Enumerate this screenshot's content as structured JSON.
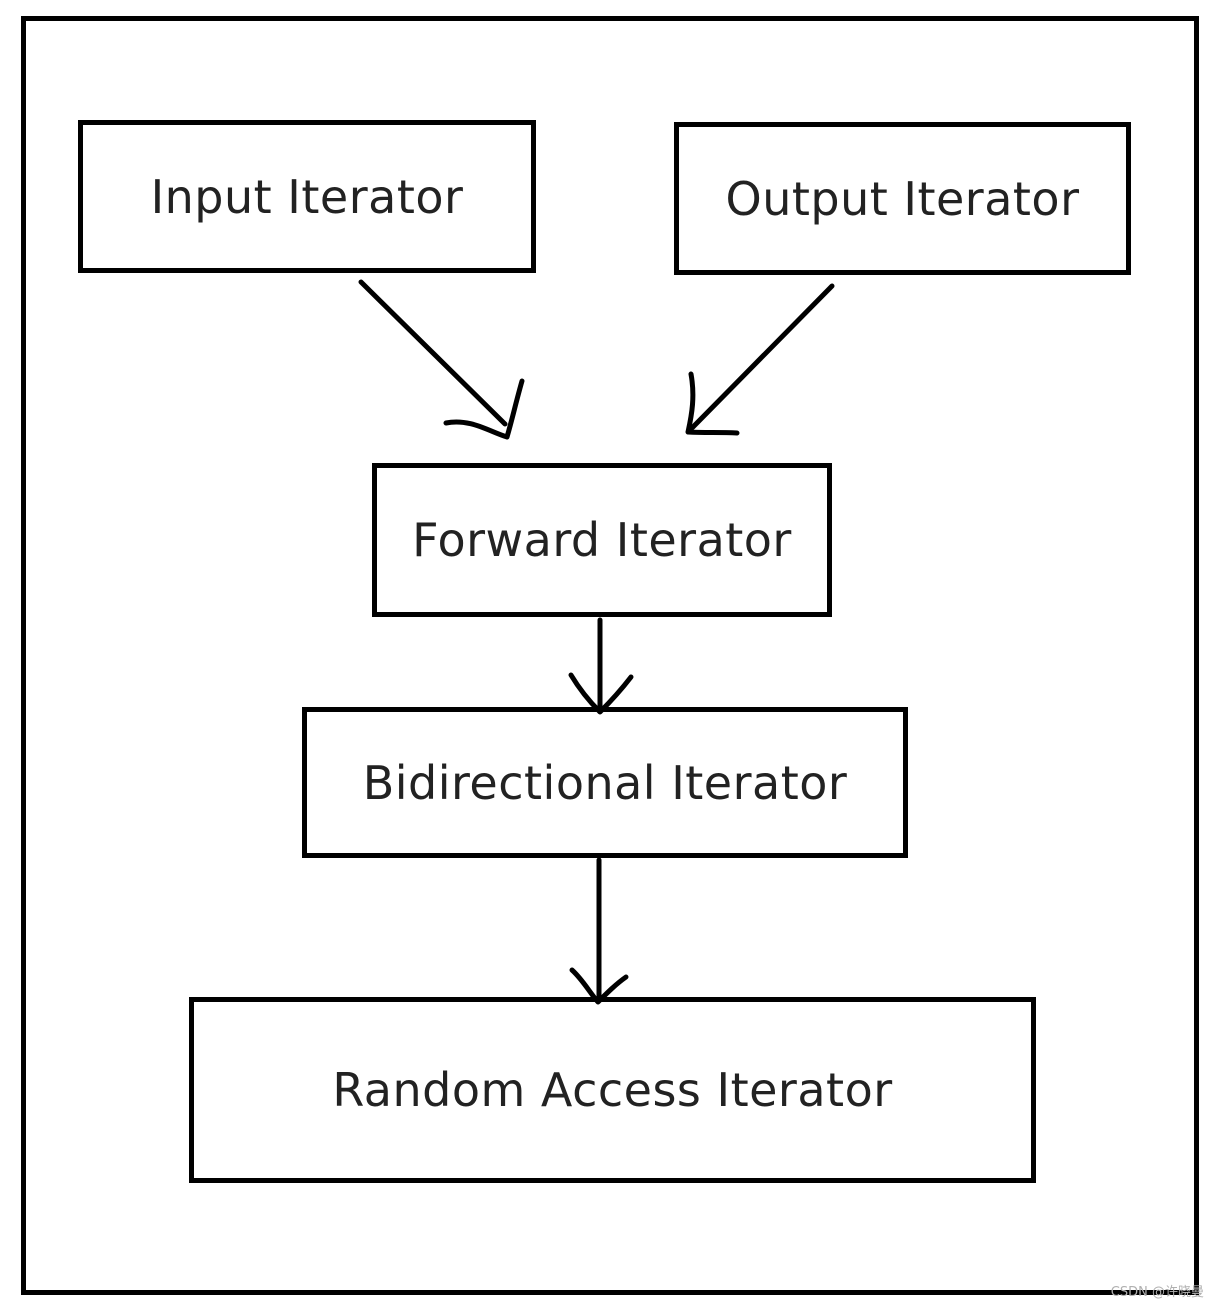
{
  "diagram": {
    "nodes": {
      "input": "Input Iterator",
      "output": "Output Iterator",
      "forward": "Forward Iterator",
      "bidirectional": "Bidirectional Iterator",
      "random_access": "Random Access Iterator"
    },
    "edges": [
      {
        "from": "input",
        "to": "forward"
      },
      {
        "from": "output",
        "to": "forward"
      },
      {
        "from": "forward",
        "to": "bidirectional"
      },
      {
        "from": "bidirectional",
        "to": "random_access"
      }
    ]
  },
  "watermark": "CSDN @许晓曼"
}
